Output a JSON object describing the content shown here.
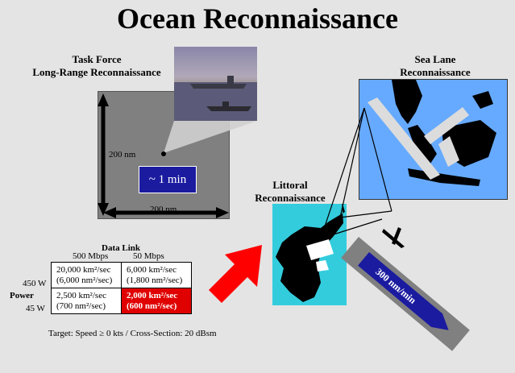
{
  "title": "Ocean Reconnaissance",
  "task_force": {
    "label_line1": "Task Force",
    "label_line2": "Long-Range Reconnaissance",
    "dim_vertical": "200 nm",
    "dim_horizontal": "200 nm",
    "time_label": "~ 1 min"
  },
  "sea_lane": {
    "label_line1": "Sea Lane",
    "label_line2": "Reconnaissance"
  },
  "littoral": {
    "label_line1": "Littoral",
    "label_line2": "Reconnaissance"
  },
  "speed_label": "300 nm/min",
  "data_link": {
    "title": "Data Link",
    "columns": [
      "500 Mbps",
      "50 Mbps"
    ],
    "power_label": "Power",
    "rows": [
      {
        "power": "450 W",
        "cells": [
          {
            "line1": "20,000 km²/sec",
            "line2": "(6,000 nm²/sec)"
          },
          {
            "line1": "6,000 km²/sec",
            "line2": "(1,800 nm²/sec)"
          }
        ]
      },
      {
        "power": "45 W",
        "cells": [
          {
            "line1": "2,500 km²/sec",
            "line2": "(700 nm²/sec)"
          },
          {
            "line1": "2,000 km²/sec",
            "line2": "(600 nm²/sec)"
          }
        ]
      }
    ]
  },
  "footer": "Target: Speed ≥ 0 kts / Cross-Section: 20 dBsm",
  "colors": {
    "accent_blue": "#1b1ba0",
    "highlight_red": "#e00000",
    "sea_blue": "#66aaff",
    "littoral_cyan": "#33ccdd",
    "arrow_red": "#ff0000"
  }
}
